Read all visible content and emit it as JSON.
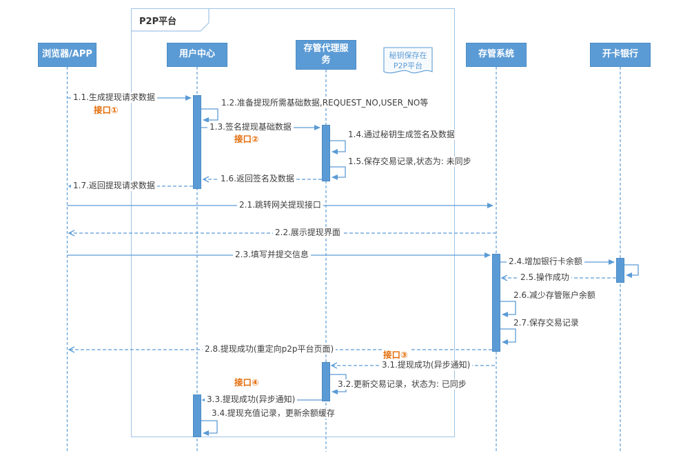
{
  "diagram": {
    "frame_label": "P2P平台",
    "note": {
      "line1": "秘钥保存在",
      "line2": "P2P平台"
    }
  },
  "actors": [
    {
      "label": "浏览器/APP"
    },
    {
      "label": "用户中心"
    },
    {
      "label": "存管代理服务"
    },
    {
      "label": "存管系统"
    },
    {
      "label": "开卡银行"
    }
  ],
  "messages": [
    {
      "label": "1.1.生成提现请求数据"
    },
    {
      "label": "1.2.准备提现所需基础数据,REQUEST_NO,USER_NO等"
    },
    {
      "label": "1.3.签名提现基础数据"
    },
    {
      "label": "1.4.通过秘钥生成签名及数据"
    },
    {
      "label": "1.5.保存交易记录,状态为: 未同步"
    },
    {
      "label": "1.6.返回签名及数据"
    },
    {
      "label": "1.7.返回提现请求数据"
    },
    {
      "label": "2.1.跳转网关提现接口"
    },
    {
      "label": "2.2.展示提现界面"
    },
    {
      "label": "2.3.填写并提交信息"
    },
    {
      "label": "2.4.增加银行卡余额"
    },
    {
      "label": "2.5.操作成功"
    },
    {
      "label": "2.6.减少存管账户余额"
    },
    {
      "label": "2.7.保存交易记录"
    },
    {
      "label": "2.8.提现成功(重定向p2p平台页面)"
    },
    {
      "label": "3.1.提现成功(异步通知)"
    },
    {
      "label": "3.2.更新交易记录，状态为: 已同步"
    },
    {
      "label": "3.3.提现成功(异步通知)"
    },
    {
      "label": "3.4.提现充值记录，更新余额缓存"
    }
  ],
  "interfaces": [
    {
      "label": "接口①"
    },
    {
      "label": "接口②"
    },
    {
      "label": "接口③"
    },
    {
      "label": "接口④"
    }
  ],
  "colors": {
    "actor_fill": "#5B9BD5",
    "line": "#5B9BD5",
    "frame_border": "#9DC3E6",
    "interface_text": "#E36C09",
    "message_text": "#3d3d3d"
  }
}
